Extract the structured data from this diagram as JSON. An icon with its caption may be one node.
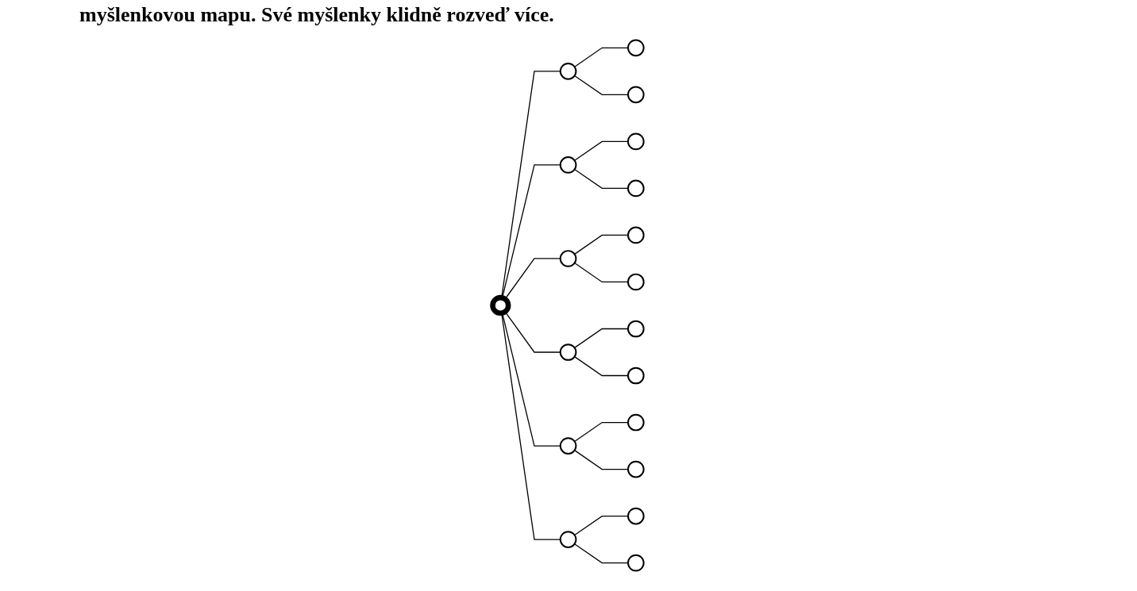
{
  "diagram": {
    "title": "myšlenkovou mapu. Své myšlenky klidně rozveď více.",
    "nodes": [
      {
        "text": [],
        "shape": "ellipse"
      },
      {
        "text": [],
        "shape": "ellipse"
      },
      {
        "text": [],
        "shape": "ellipse"
      },
      {
        "text": [],
        "shape": "ellipse"
      },
      {
        "text": [],
        "shape": "ellipse"
      },
      {
        "text": [],
        "shape": "ellipse"
      },
      {
        "text": [],
        "shape": "ellipse"
      },
      {
        "text": [],
        "shape": "ellipse"
      },
      {
        "text": [],
        "shape": "ellipse"
      },
      {
        "text": [],
        "shape": "ellipse"
      },
      {
        "text": [],
        "shape": "ellipse"
      },
      {
        "text": [],
        "shape": "ellipse"
      },
      {
        "text": [],
        "shape": "ellipse"
      },
      {
        "text": [],
        "shape": "ellipse"
      },
      {
        "text": [],
        "shape": "ellipse"
      },
      {
        "text": [],
        "shape": "ellipse"
      },
      {
        "text": [],
        "shape": "ellipse"
      },
      {
        "text": [],
        "shape": "ellipse"
      },
      {
        "text": [],
        "shape": "ellipse"
      }
    ],
    "edges": [
      {
        "from": 10,
        "to": 5,
        "arrow": "none"
      },
      {
        "from": 5,
        "to": 2,
        "arrow": "none"
      },
      {
        "from": 5,
        "to": 1,
        "arrow": "none"
      },
      {
        "from": 10,
        "to": 8,
        "arrow": "none"
      },
      {
        "from": 8,
        "to": 3,
        "arrow": "none"
      },
      {
        "from": 8,
        "to": 6,
        "arrow": "none"
      },
      {
        "from": 10,
        "to": 7,
        "arrow": "none"
      },
      {
        "from": 7,
        "to": 0,
        "arrow": "none"
      },
      {
        "from": 7,
        "to": 4,
        "arrow": "none"
      },
      {
        "from": 10,
        "to": 12,
        "arrow": "none"
      },
      {
        "from": 12,
        "to": 9,
        "arrow": "none"
      },
      {
        "from": 12,
        "to": 14,
        "arrow": "none"
      },
      {
        "from": 10,
        "to": 13,
        "arrow": "none"
      },
      {
        "from": 13,
        "to": 11,
        "arrow": "none"
      },
      {
        "from": 13,
        "to": 17,
        "arrow": "none"
      },
      {
        "from": 10,
        "to": 15,
        "arrow": "none"
      },
      {
        "from": 15,
        "to": 18,
        "arrow": "none"
      },
      {
        "from": 15,
        "to": 16,
        "arrow": "none"
      }
    ]
  }
}
